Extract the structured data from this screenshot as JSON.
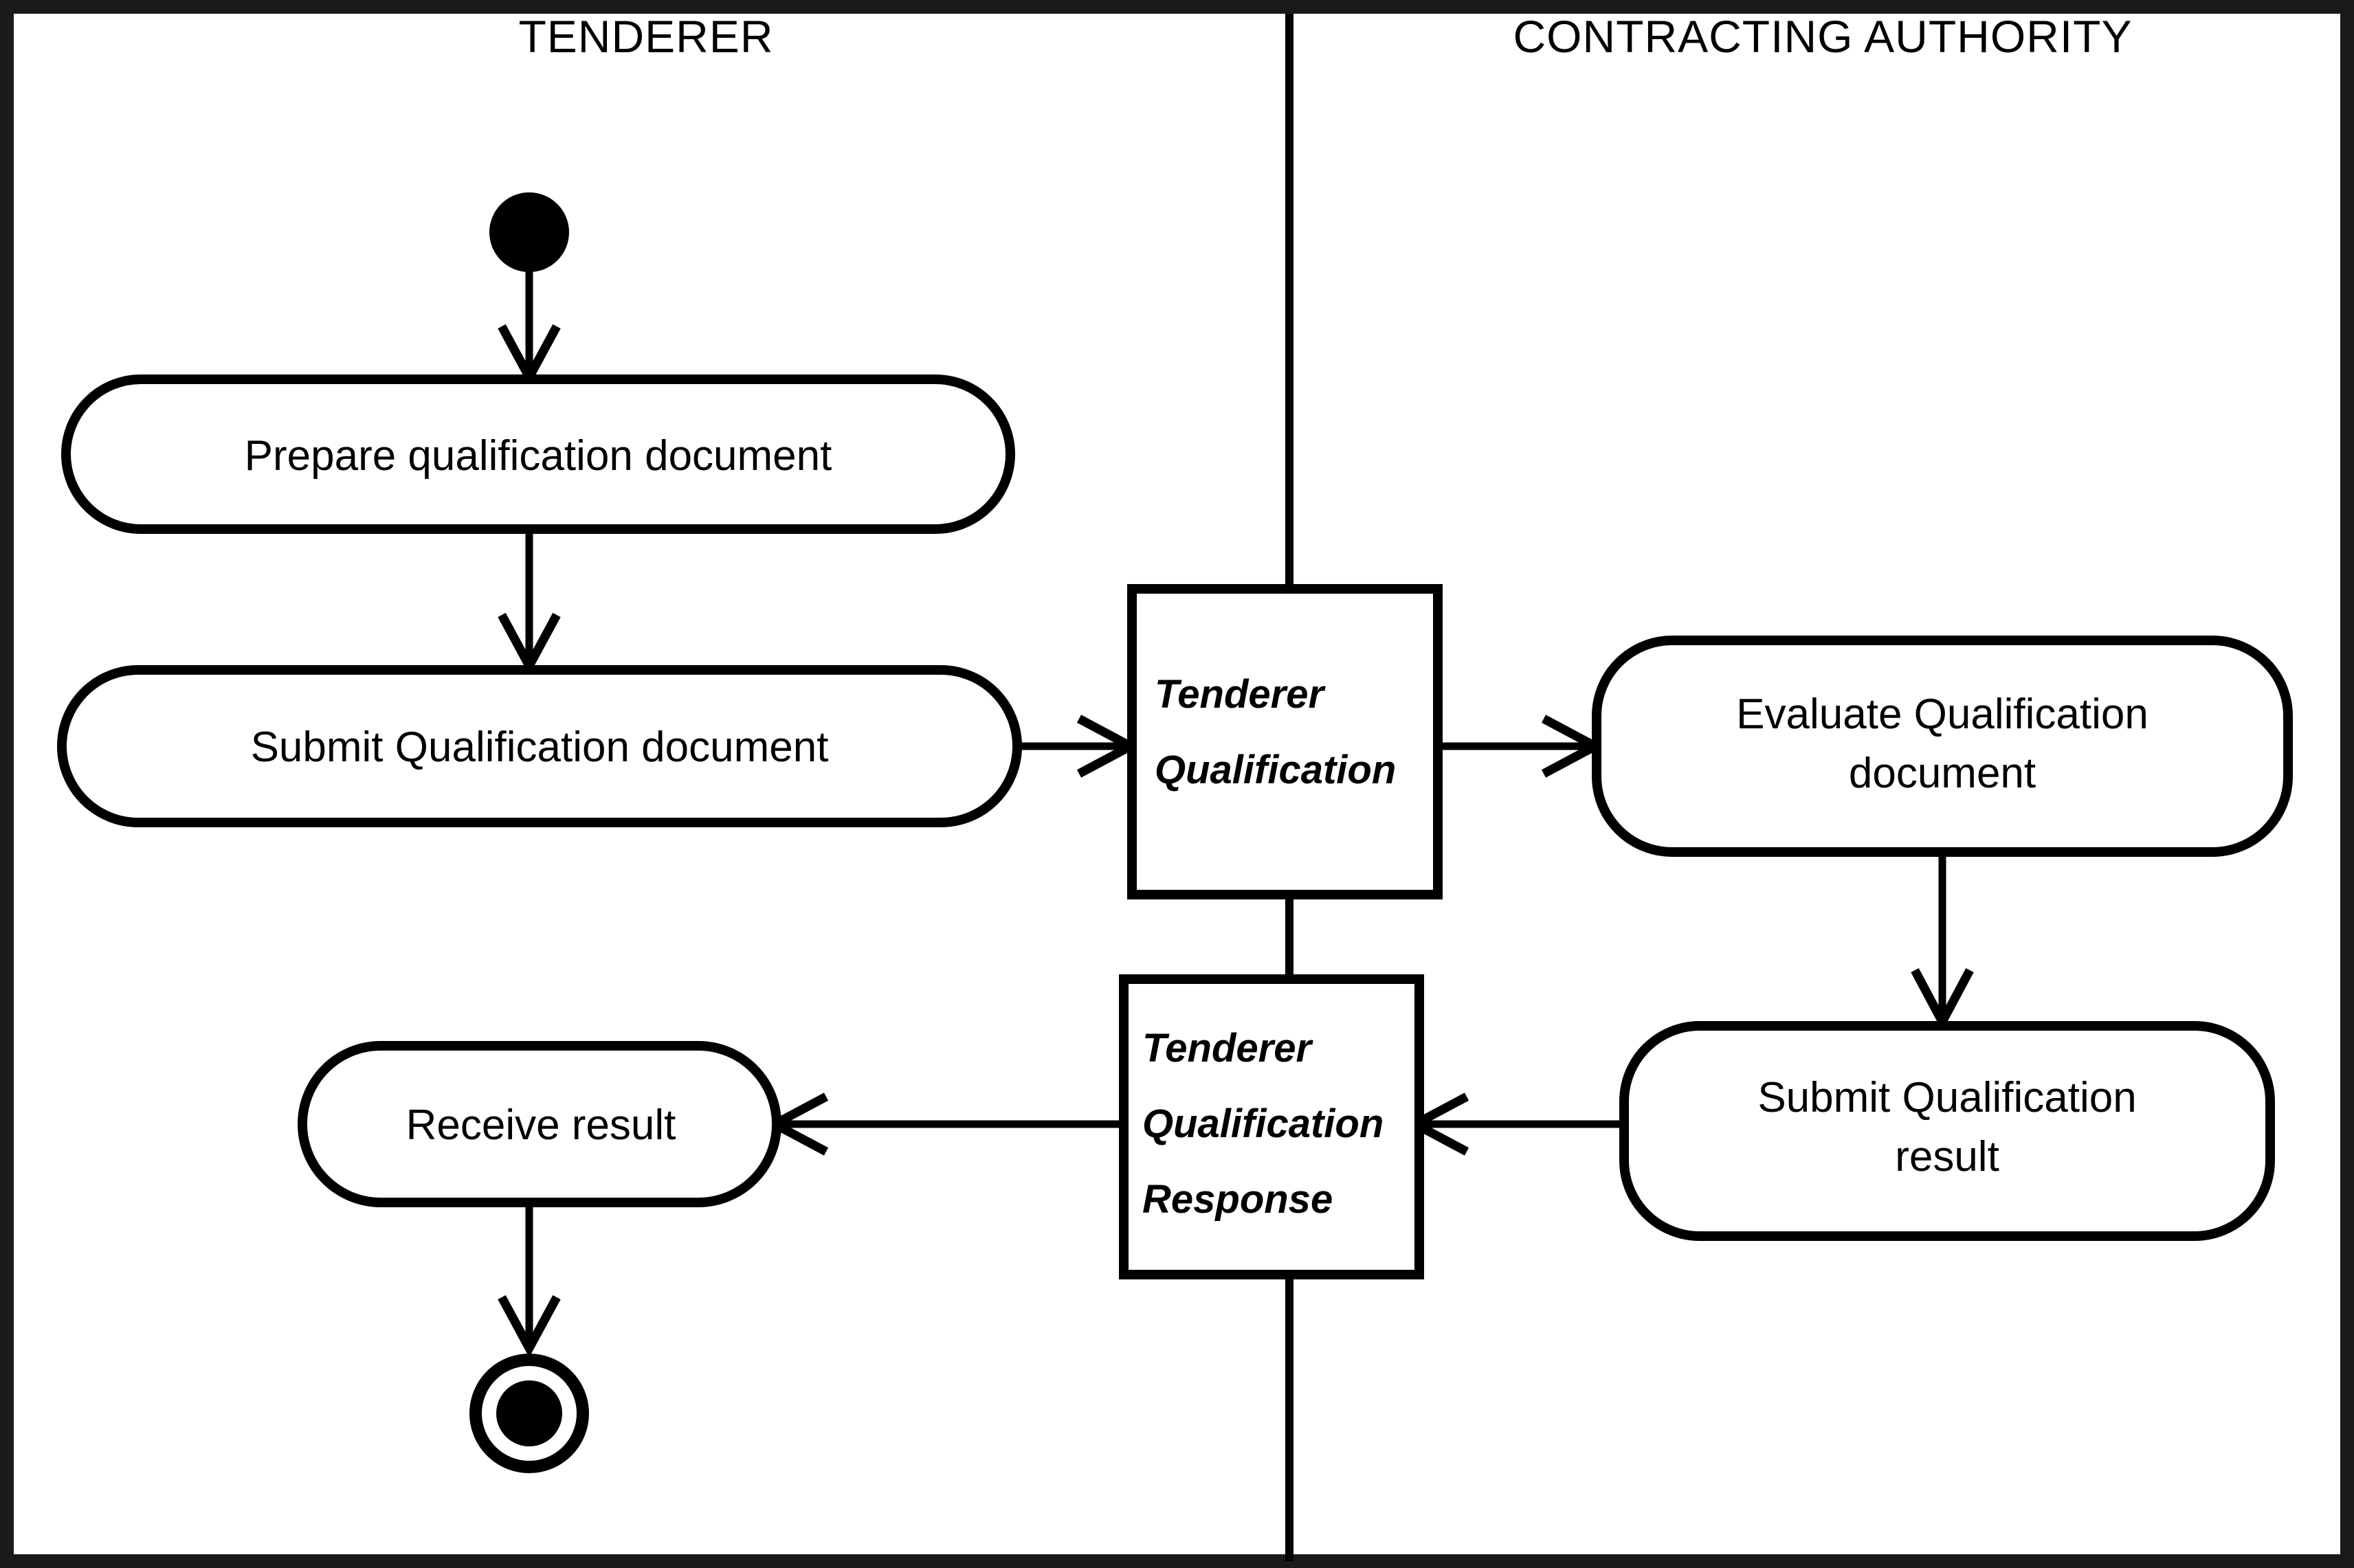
{
  "diagram": {
    "type": "uml-activity-diagram",
    "background_color": "#ffffff",
    "line_color": "#000000",
    "frame_color": "#1a1a1a",
    "lanes": [
      {
        "id": "tenderer",
        "title": "TENDERER"
      },
      {
        "id": "contracting_authority",
        "title": "CONTRACTING AUTHORITY"
      }
    ],
    "nodes": {
      "start": {
        "kind": "initial-node",
        "lane": "tenderer"
      },
      "prepare": {
        "kind": "action",
        "lane": "tenderer",
        "lines": [
          "Prepare qualification document"
        ]
      },
      "submit_doc": {
        "kind": "action",
        "lane": "tenderer",
        "lines": [
          "Submit Qualification document"
        ]
      },
      "signal_qualification": {
        "kind": "signal",
        "lane": "boundary",
        "lines": [
          "Tenderer",
          "Qualification"
        ]
      },
      "evaluate": {
        "kind": "action",
        "lane": "contracting_authority",
        "lines": [
          "Evaluate  Qualification",
          "document"
        ]
      },
      "submit_result": {
        "kind": "action",
        "lane": "contracting_authority",
        "lines": [
          "Submit Qualification",
          "result"
        ]
      },
      "signal_response": {
        "kind": "signal",
        "lane": "boundary",
        "lines": [
          "Tenderer",
          "Qualification",
          "Response"
        ]
      },
      "receive_result": {
        "kind": "action",
        "lane": "tenderer",
        "lines": [
          "Receive result"
        ]
      },
      "end": {
        "kind": "final-node",
        "lane": "tenderer"
      }
    },
    "edges": [
      {
        "from": "start",
        "to": "prepare",
        "direction": "down"
      },
      {
        "from": "prepare",
        "to": "submit_doc",
        "direction": "down"
      },
      {
        "from": "submit_doc",
        "to": "signal_qualification",
        "direction": "right"
      },
      {
        "from": "signal_qualification",
        "to": "evaluate",
        "direction": "right"
      },
      {
        "from": "evaluate",
        "to": "submit_result",
        "direction": "down"
      },
      {
        "from": "submit_result",
        "to": "signal_response",
        "direction": "left"
      },
      {
        "from": "signal_response",
        "to": "receive_result",
        "direction": "left"
      },
      {
        "from": "receive_result",
        "to": "end",
        "direction": "down"
      }
    ]
  }
}
